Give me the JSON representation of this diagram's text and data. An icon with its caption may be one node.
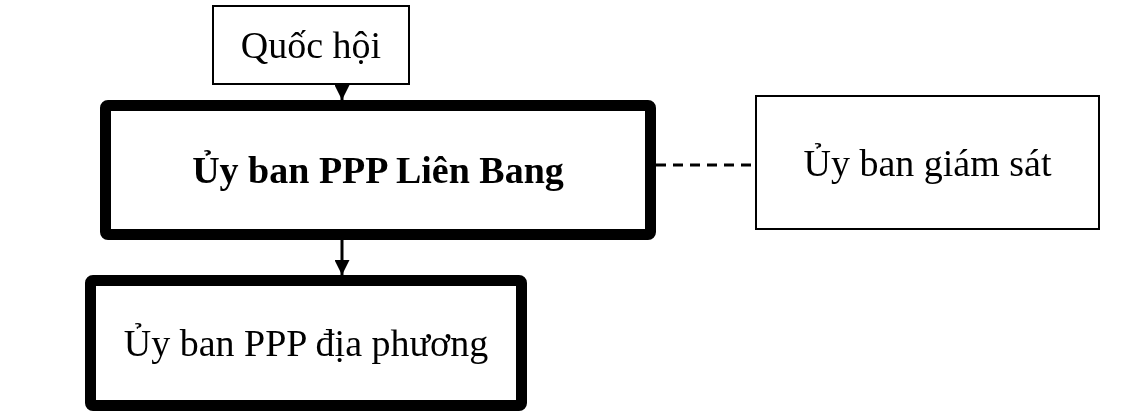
{
  "diagram": {
    "nodes": [
      {
        "text": [
          "Quốc hội"
        ]
      },
      {
        "text": [
          "Ủy ban PPP Liên Bang"
        ]
      },
      {
        "text": [
          "Ủy ban giám sát"
        ]
      },
      {
        "text": [
          "Ủy ban PPP địa phương"
        ]
      }
    ],
    "edges": [
      {
        "from": 0,
        "to": 1,
        "arrow": "to"
      },
      {
        "from": 1,
        "to": 2,
        "arrow": "none",
        "style": "dashed"
      },
      {
        "from": 1,
        "to": 3,
        "arrow": "to"
      }
    ]
  }
}
